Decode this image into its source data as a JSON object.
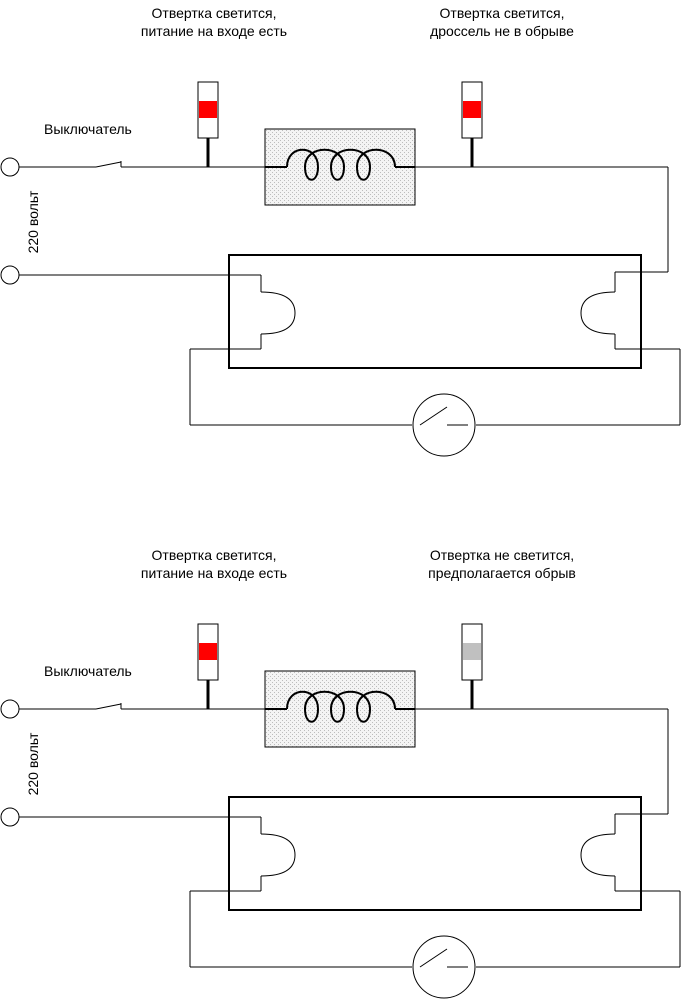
{
  "colors": {
    "wire": "#000000",
    "indicator_on": "#ff0000",
    "indicator_off": "#c0c0c0",
    "choke_fill": "#f2f2f2"
  },
  "panels": [
    {
      "switch_label": "Выключатель",
      "voltage_label": "220 вольт",
      "probe_left": {
        "state": "on",
        "caption_line1": "Отвертка светится,",
        "caption_line2": "питание на входе есть"
      },
      "probe_right": {
        "state": "on",
        "caption_line1": "Отвертка светится,",
        "caption_line2": "дроссель не в обрыве"
      }
    },
    {
      "switch_label": "Выключатель",
      "voltage_label": "220 вольт",
      "probe_left": {
        "state": "on",
        "caption_line1": "Отвертка светится,",
        "caption_line2": "питание на входе есть"
      },
      "probe_right": {
        "state": "off",
        "caption_line1": "Отвертка не светится,",
        "caption_line2": "предполагается обрыв"
      }
    }
  ]
}
